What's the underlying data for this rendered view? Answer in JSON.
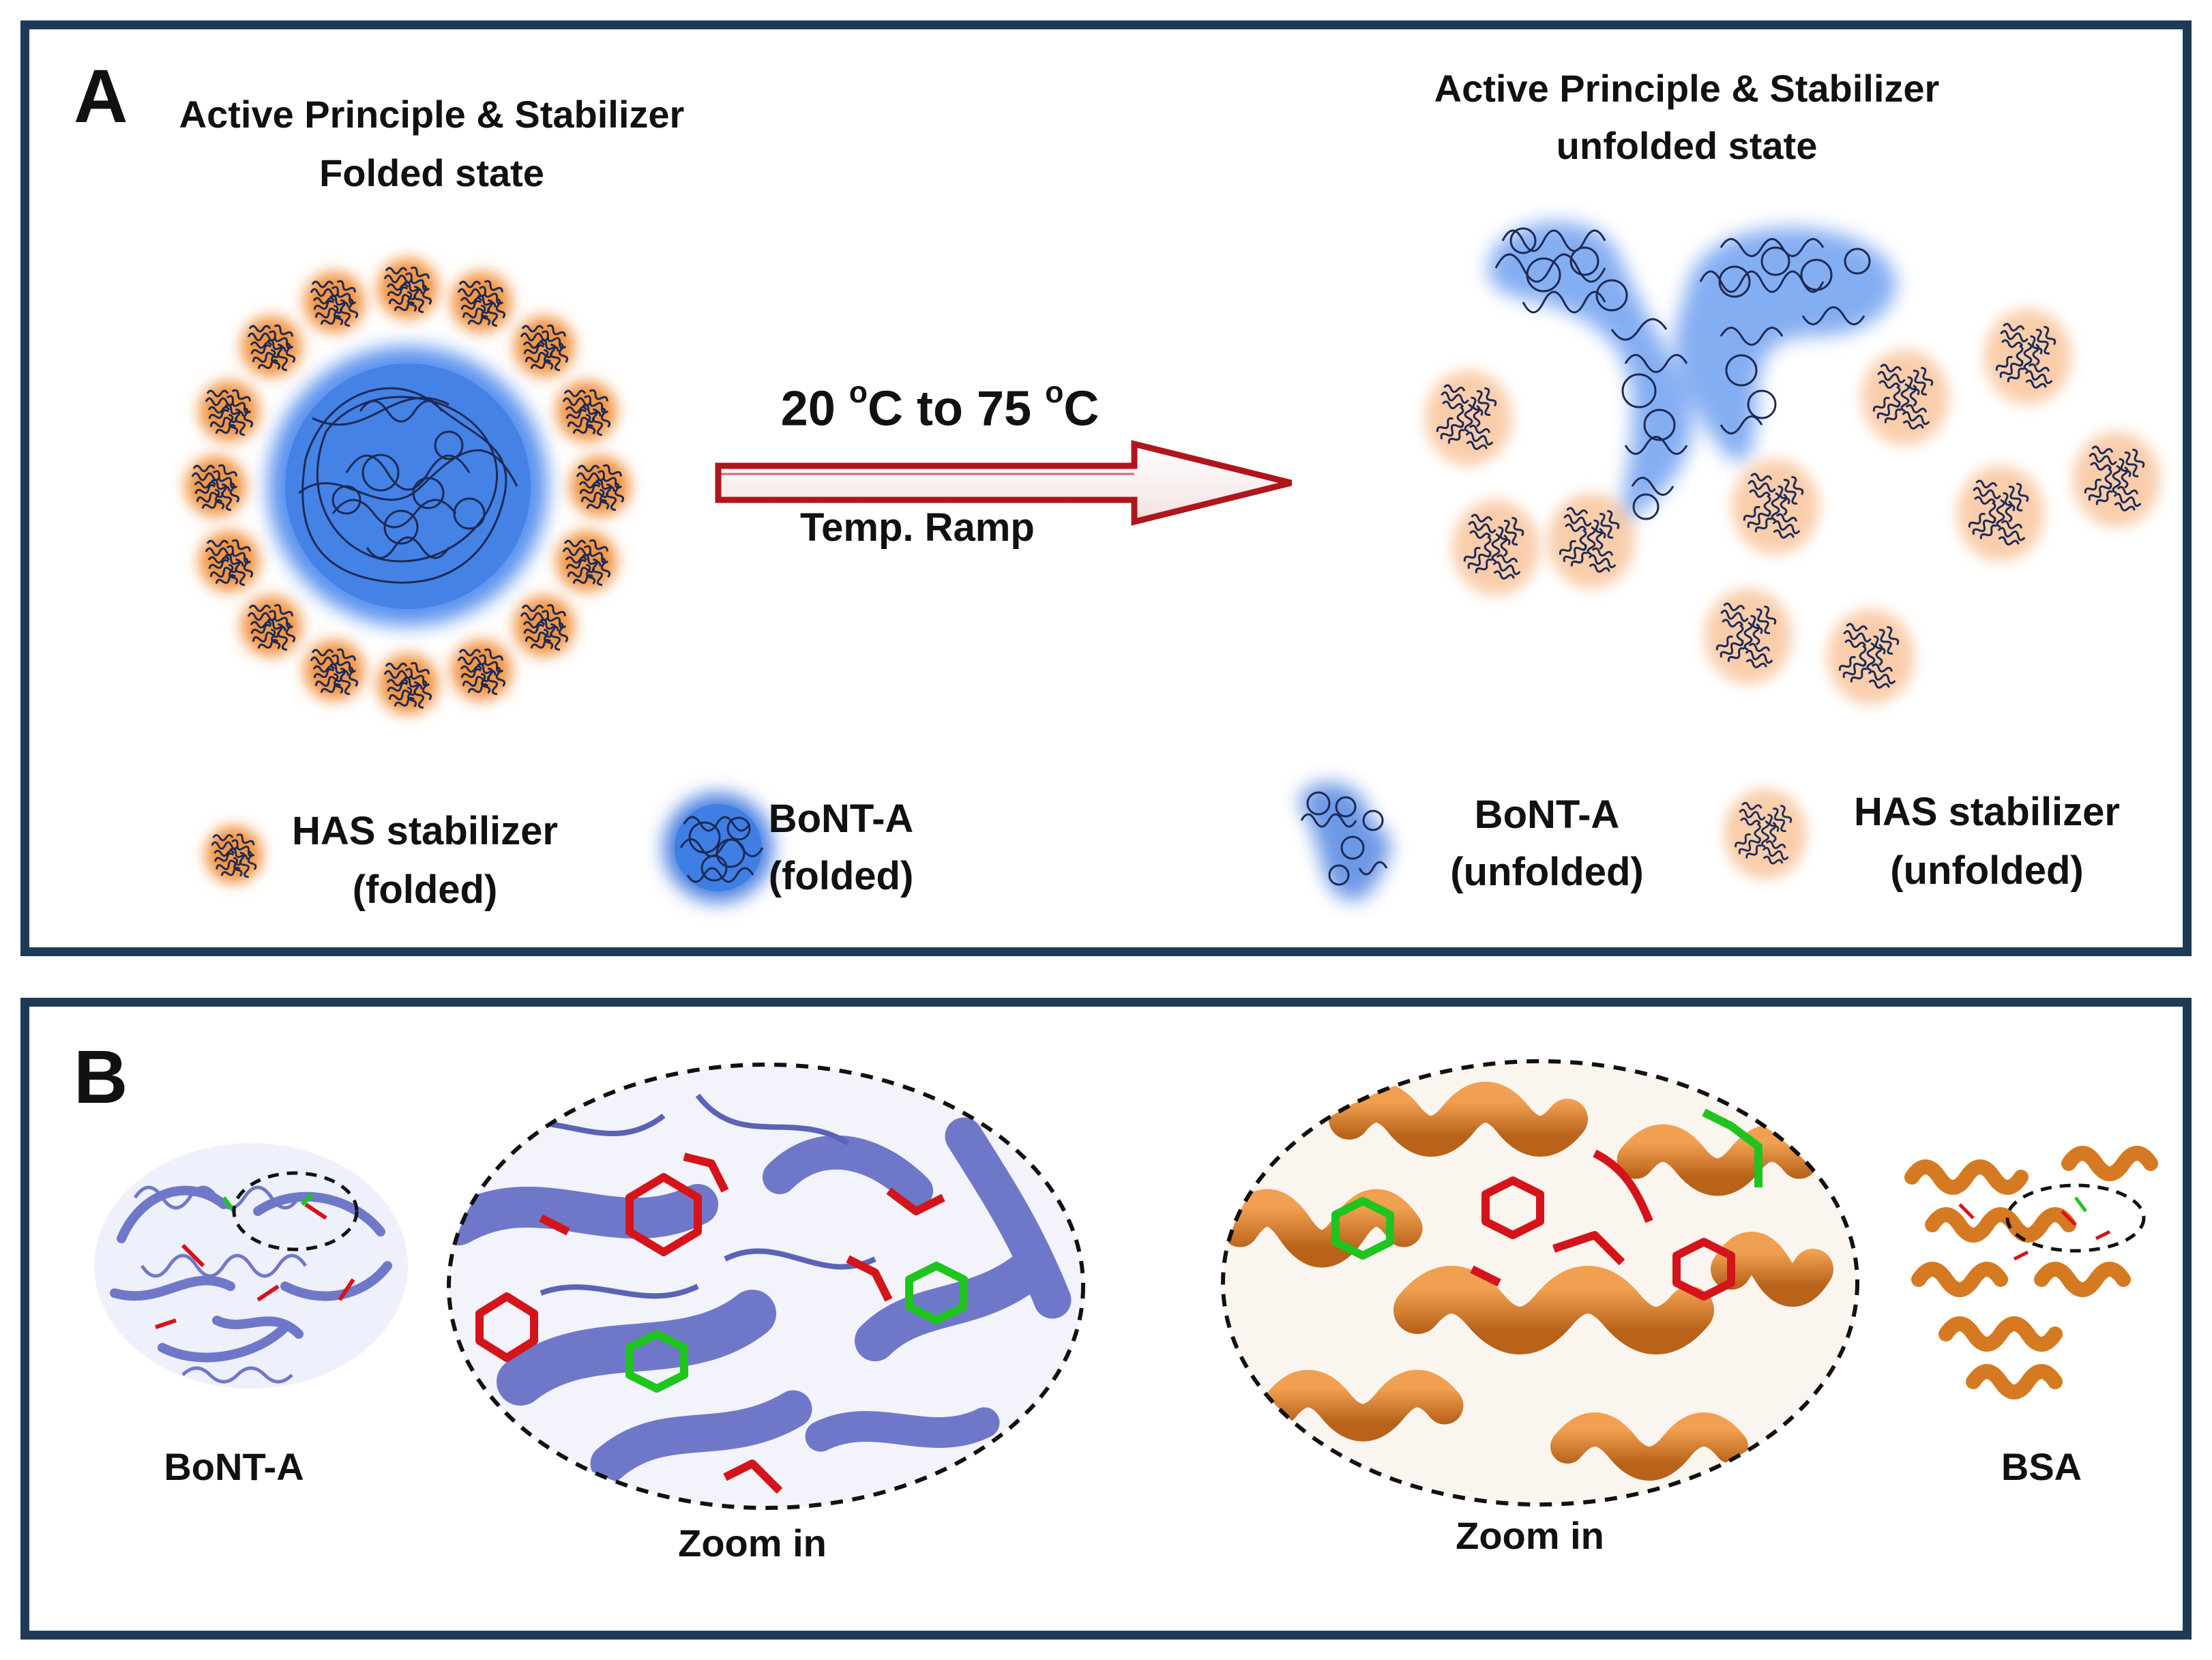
{
  "panel_a": {
    "letter": "A",
    "left_title_line1": "Active Principle & Stabilizer",
    "left_title_line2": "Folded state",
    "right_title_line1": "Active Principle & Stabilizer",
    "right_title_line2": "unfolded state",
    "arrow_label_prefix": "20 ",
    "arrow_label_unit1": "o",
    "arrow_label_middle": "C to 75 ",
    "arrow_label_unit2": "o",
    "arrow_label_suffix": "C",
    "arrow_sublabel": "Temp. Ramp",
    "legend": {
      "has_folded_line1": "HAS stabilizer",
      "has_folded_line2": "(folded)",
      "bont_folded_line1": "BoNT-A",
      "bont_folded_line2": "(folded)",
      "bont_unfolded_line1": "BoNT-A",
      "bont_unfolded_line2": "(unfolded)",
      "has_unfolded_line1": "HAS stabilizer",
      "has_unfolded_line2": "(unfolded)"
    }
  },
  "panel_b": {
    "letter": "B",
    "left_protein_label": "BoNT-A",
    "left_zoom_label": "Zoom in",
    "right_zoom_label": "Zoom in",
    "right_protein_label": "BSA"
  },
  "colors": {
    "border": "#1f3a56",
    "bont_blue": "#4a7fe0",
    "has_orange": "#f08a30",
    "arrow_red": "#b0151c",
    "bsa_orange": "#d57a22",
    "bont_ribbon": "#6f78c8",
    "residue_red": "#d4141a",
    "residue_green": "#1fc41f"
  }
}
